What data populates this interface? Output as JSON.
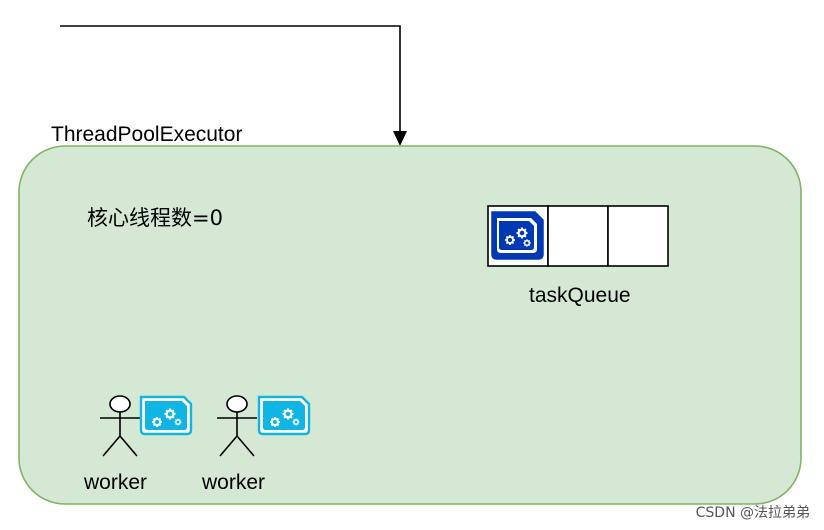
{
  "pool": {
    "title": "ThreadPoolExecutor",
    "core_threads_text": "核心线程数=0",
    "fill_color": "#d5e8d4",
    "border_color": "#82b366"
  },
  "queue": {
    "label": "taskQueue",
    "slot_count": 3,
    "occupied_slots": 1,
    "task_icon": "gears-task-icon",
    "task_icon_color": "#0039b3"
  },
  "workers": [
    {
      "label": "worker",
      "icon": "stick-figure-icon",
      "task_icon": "gears-task-icon",
      "task_icon_color": "#11b5e4"
    },
    {
      "label": "worker",
      "icon": "stick-figure-icon",
      "task_icon": "gears-task-icon",
      "task_icon_color": "#11b5e4"
    }
  ],
  "watermark": "CSDN @法拉弟弟"
}
